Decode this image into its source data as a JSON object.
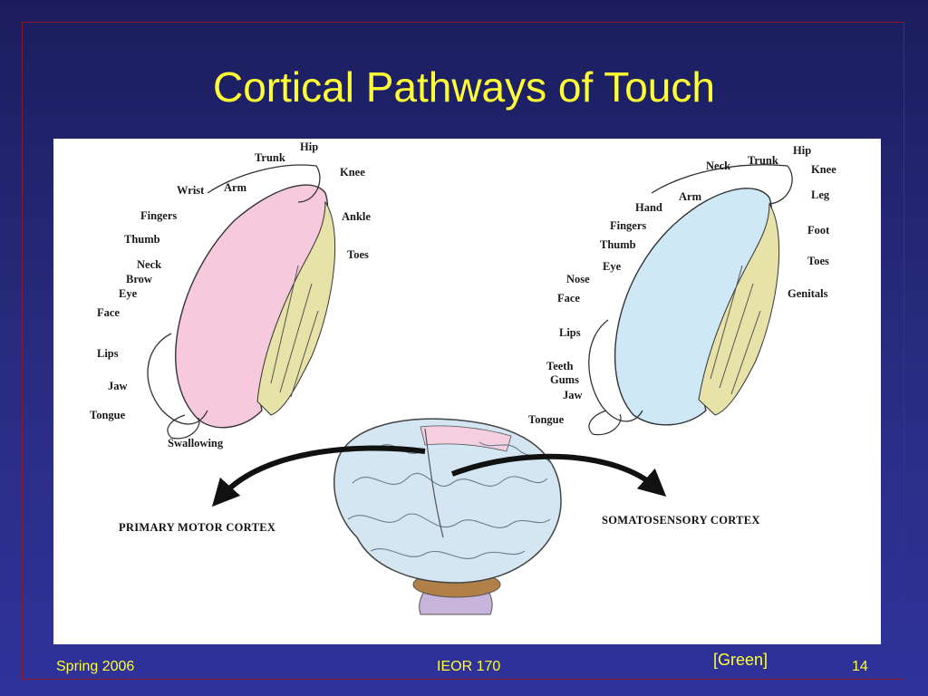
{
  "slide": {
    "title": "Cortical Pathways of Touch",
    "credit": "[Green]",
    "footer_left": "Spring 2006",
    "footer_center": "IEOR 170",
    "page_number": "14"
  },
  "figure": {
    "left_caption": "PRIMARY MOTOR CORTEX",
    "right_caption": "SOMATOSENSORY CORTEX",
    "motor_labels": [
      "Hip",
      "Trunk",
      "Knee",
      "Wrist",
      "Arm",
      "Fingers",
      "Ankle",
      "Thumb",
      "Toes",
      "Neck",
      "Brow",
      "Eye",
      "Face",
      "Lips",
      "Jaw",
      "Tongue",
      "Swallowing"
    ],
    "sensory_labels": [
      "Hip",
      "Neck",
      "Trunk",
      "Knee",
      "Arm",
      "Leg",
      "Hand",
      "Fingers",
      "Foot",
      "Thumb",
      "Eye",
      "Toes",
      "Nose",
      "Genitals",
      "Face",
      "Lips",
      "Teeth",
      "Gums",
      "Jaw",
      "Tongue"
    ]
  },
  "colors": {
    "title": "#ffff33",
    "motor_cortex": "#f6c9dc",
    "sensory_cortex": "#cfe8f6",
    "white_matter": "#e6e2a8"
  }
}
